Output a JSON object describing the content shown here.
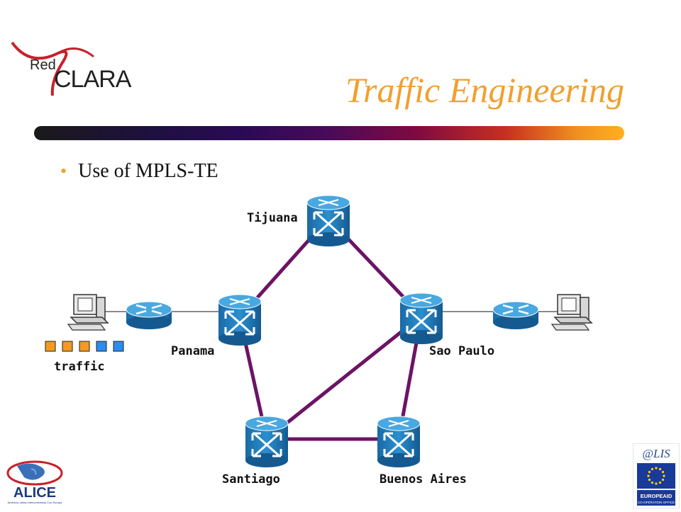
{
  "header": {
    "logo_text_red": "Red",
    "logo_text_clara": "CLARA",
    "title": "Traffic Engineering"
  },
  "content": {
    "bullets": [
      {
        "text": "Use of MPLS-TE"
      }
    ]
  },
  "diagram": {
    "nodes": [
      {
        "id": "tijuana",
        "label": "Tijuana"
      },
      {
        "id": "panama",
        "label": "Panama"
      },
      {
        "id": "saopaulo",
        "label": "Sao Paulo"
      },
      {
        "id": "santiago",
        "label": "Santiago"
      },
      {
        "id": "buenosaires",
        "label": "Buenos Aires"
      }
    ],
    "links": [
      [
        "panama",
        "tijuana"
      ],
      [
        "tijuana",
        "saopaulo"
      ],
      [
        "panama",
        "santiago"
      ],
      [
        "santiago",
        "buenosaires"
      ],
      [
        "buenosaires",
        "saopaulo"
      ],
      [
        "santiago",
        "saopaulo"
      ]
    ],
    "traffic_label": "traffic",
    "traffic_packet_colors": [
      "#f59a1e",
      "#f59a1e",
      "#f59a1e",
      "#2a8cf0",
      "#2a8cf0"
    ],
    "link_color": "#6b1466"
  },
  "footer": {
    "alice_logo_text": "ALICE",
    "alice_subtitle": "América Latina Interconectada Con Europa",
    "alis_logo_text": "@LIS",
    "europeaid_text": "EUROPEAID",
    "cooperation_office_text": "CO-OPERATION OFFICE"
  }
}
